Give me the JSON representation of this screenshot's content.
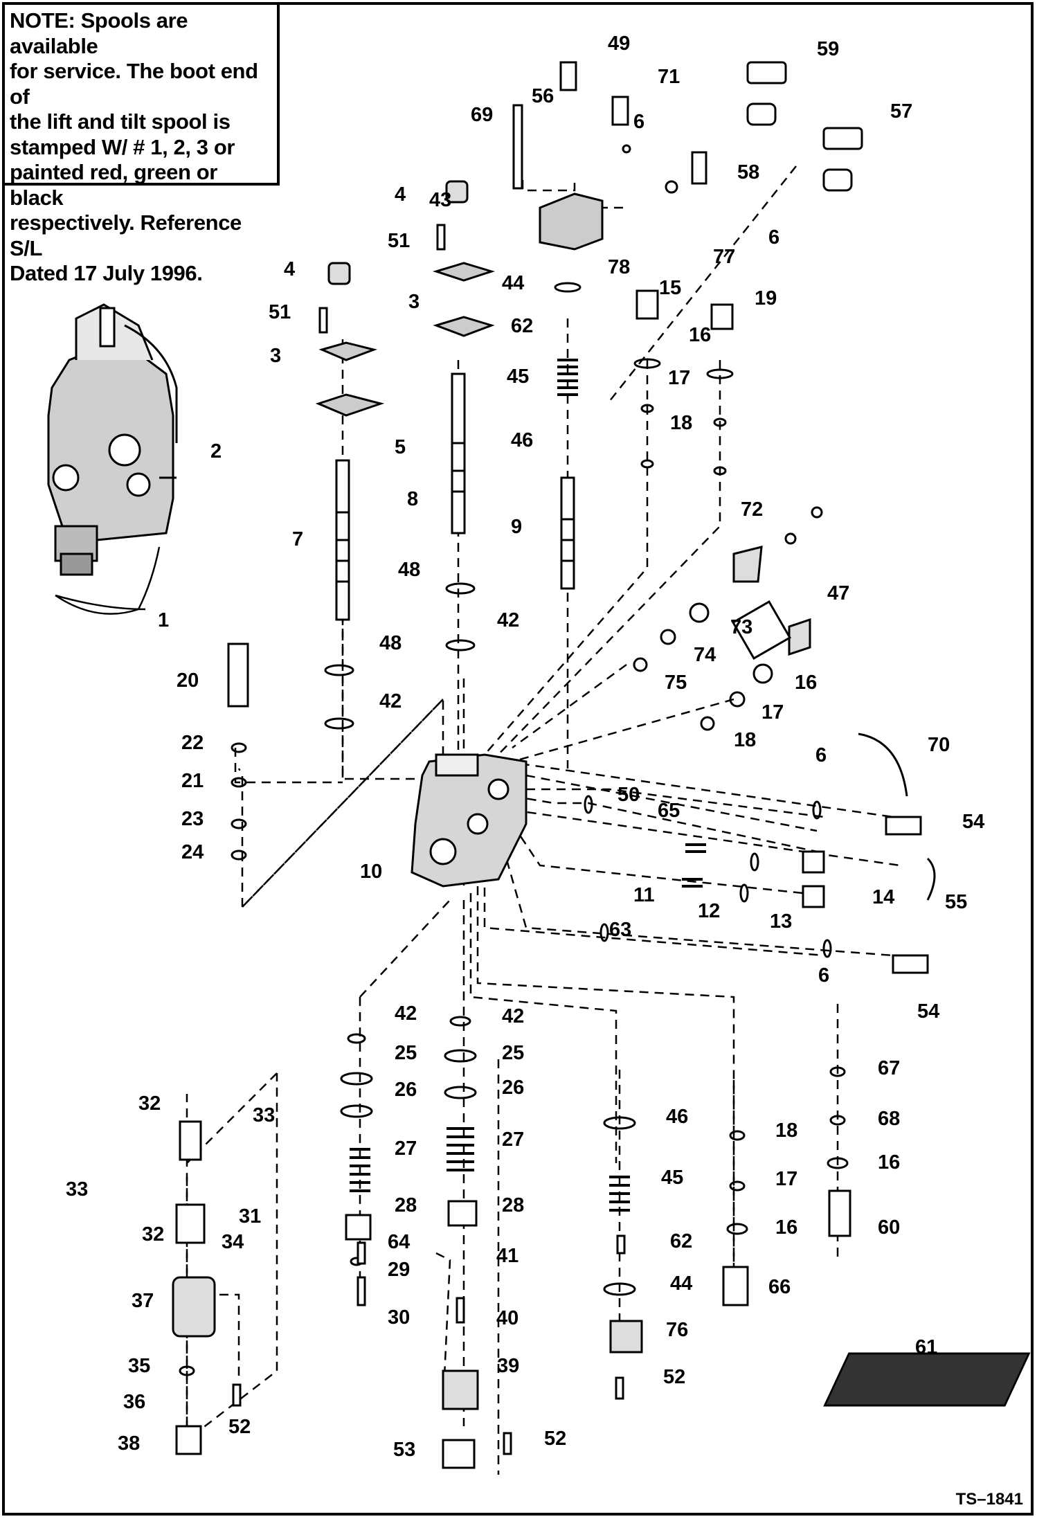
{
  "note": {
    "label": "NOTE:",
    "lines": [
      " Spools are available",
      "for service. The boot end of",
      "the lift and tilt spool is",
      "stamped W/ # 1, 2, 3 or",
      "painted red, green or black",
      "respectively. Reference S/L",
      "Dated 17 July 1996."
    ]
  },
  "figure_ref": "TS–1841",
  "callouts": [
    {
      "n": "49"
    },
    {
      "n": "71"
    },
    {
      "n": "56"
    },
    {
      "n": "69"
    },
    {
      "n": "6"
    },
    {
      "n": "59"
    },
    {
      "n": "57"
    },
    {
      "n": "58"
    },
    {
      "n": "4"
    },
    {
      "n": "43"
    },
    {
      "n": "6"
    },
    {
      "n": "51"
    },
    {
      "n": "78"
    },
    {
      "n": "77"
    },
    {
      "n": "4"
    },
    {
      "n": "44"
    },
    {
      "n": "3"
    },
    {
      "n": "15"
    },
    {
      "n": "19"
    },
    {
      "n": "51"
    },
    {
      "n": "62"
    },
    {
      "n": "3"
    },
    {
      "n": "16"
    },
    {
      "n": "45"
    },
    {
      "n": "17"
    },
    {
      "n": "46"
    },
    {
      "n": "18"
    },
    {
      "n": "5"
    },
    {
      "n": "2"
    },
    {
      "n": "8"
    },
    {
      "n": "9"
    },
    {
      "n": "72"
    },
    {
      "n": "7"
    },
    {
      "n": "1"
    },
    {
      "n": "48"
    },
    {
      "n": "42"
    },
    {
      "n": "47"
    },
    {
      "n": "73"
    },
    {
      "n": "74"
    },
    {
      "n": "48"
    },
    {
      "n": "75"
    },
    {
      "n": "16"
    },
    {
      "n": "20"
    },
    {
      "n": "42"
    },
    {
      "n": "17"
    },
    {
      "n": "18"
    },
    {
      "n": "22"
    },
    {
      "n": "70"
    },
    {
      "n": "6"
    },
    {
      "n": "21"
    },
    {
      "n": "50"
    },
    {
      "n": "65"
    },
    {
      "n": "23"
    },
    {
      "n": "54"
    },
    {
      "n": "24"
    },
    {
      "n": "10"
    },
    {
      "n": "11"
    },
    {
      "n": "12"
    },
    {
      "n": "14"
    },
    {
      "n": "55"
    },
    {
      "n": "13"
    },
    {
      "n": "63"
    },
    {
      "n": "6"
    },
    {
      "n": "54"
    },
    {
      "n": "42"
    },
    {
      "n": "42"
    },
    {
      "n": "25"
    },
    {
      "n": "25"
    },
    {
      "n": "67"
    },
    {
      "n": "26"
    },
    {
      "n": "26"
    },
    {
      "n": "32"
    },
    {
      "n": "33"
    },
    {
      "n": "46"
    },
    {
      "n": "18"
    },
    {
      "n": "68"
    },
    {
      "n": "27"
    },
    {
      "n": "27"
    },
    {
      "n": "16"
    },
    {
      "n": "33"
    },
    {
      "n": "31"
    },
    {
      "n": "45"
    },
    {
      "n": "17"
    },
    {
      "n": "32"
    },
    {
      "n": "34"
    },
    {
      "n": "28"
    },
    {
      "n": "28"
    },
    {
      "n": "16"
    },
    {
      "n": "60"
    },
    {
      "n": "64"
    },
    {
      "n": "62"
    },
    {
      "n": "29"
    },
    {
      "n": "41"
    },
    {
      "n": "44"
    },
    {
      "n": "66"
    },
    {
      "n": "37"
    },
    {
      "n": "30"
    },
    {
      "n": "40"
    },
    {
      "n": "76"
    },
    {
      "n": "61"
    },
    {
      "n": "35"
    },
    {
      "n": "39"
    },
    {
      "n": "52"
    },
    {
      "n": "36"
    },
    {
      "n": "52"
    },
    {
      "n": "38"
    },
    {
      "n": "53"
    },
    {
      "n": "52"
    }
  ]
}
